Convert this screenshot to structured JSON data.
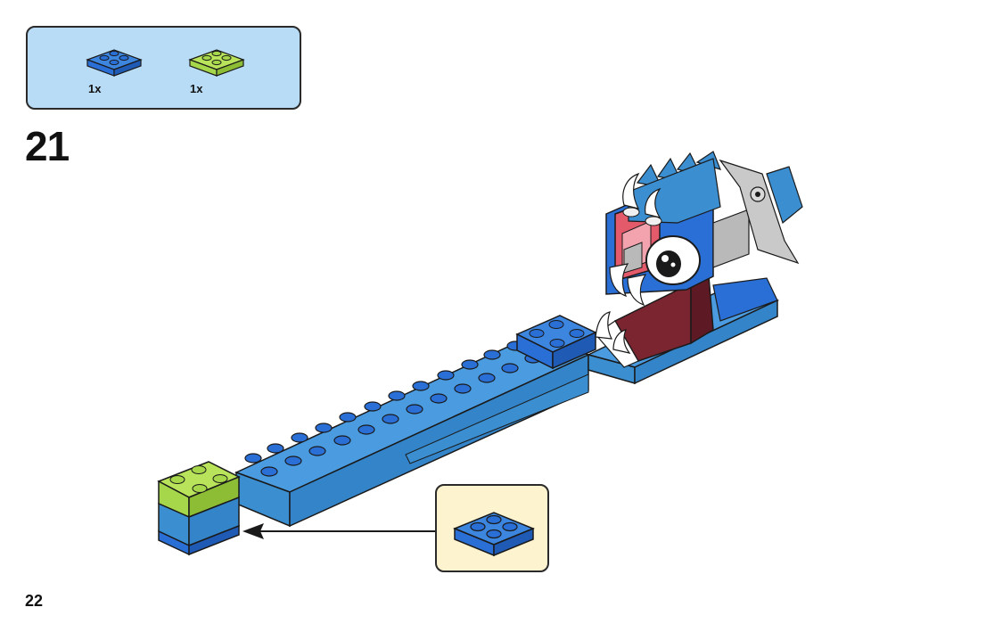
{
  "step": {
    "number": "21"
  },
  "page": {
    "number": "22"
  },
  "parts_list": {
    "items": [
      {
        "quantity": "1x",
        "part": "plate-2x2-blue-icon",
        "color": "#2a6fd6"
      },
      {
        "quantity": "1x",
        "part": "plate-2x2-lime-icon",
        "color": "#a6d64a"
      }
    ]
  },
  "callout": {
    "part": "plate-2x2-blue-icon",
    "color": "#2a6fd6"
  },
  "colors": {
    "parts_box_bg": "#b8dcf5",
    "callout_bg": "#fdf3cf",
    "model_blue": "#3b8fd1",
    "model_dark_blue": "#2a6fd6",
    "model_lime": "#a6d64a",
    "model_dark_red": "#7b2530",
    "model_gray": "#b9b9b9"
  }
}
